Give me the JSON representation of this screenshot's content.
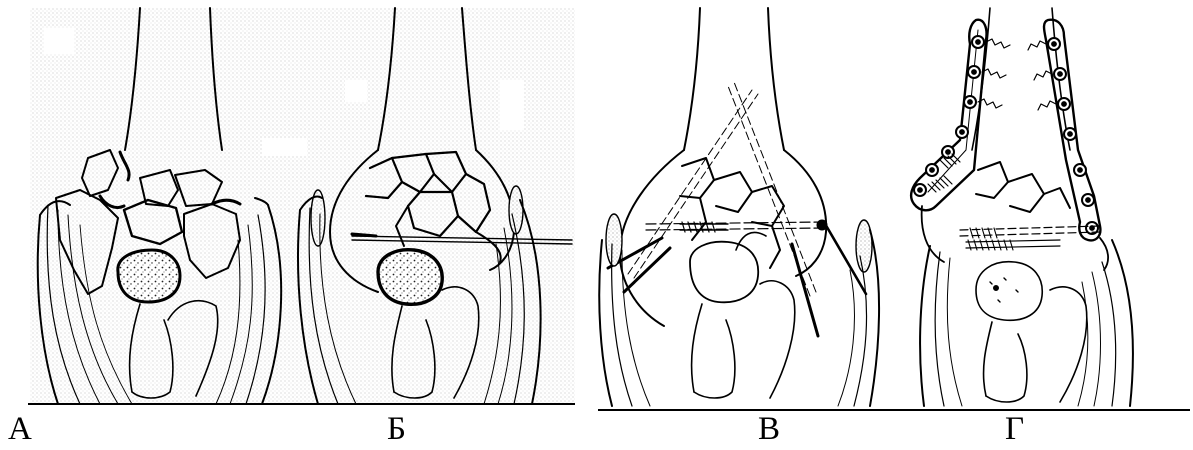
{
  "figure": {
    "panels": [
      {
        "id": "A",
        "label": "А"
      },
      {
        "id": "B",
        "label": "Б"
      },
      {
        "id": "V",
        "label": "В"
      },
      {
        "id": "G",
        "label": "Г"
      }
    ]
  }
}
